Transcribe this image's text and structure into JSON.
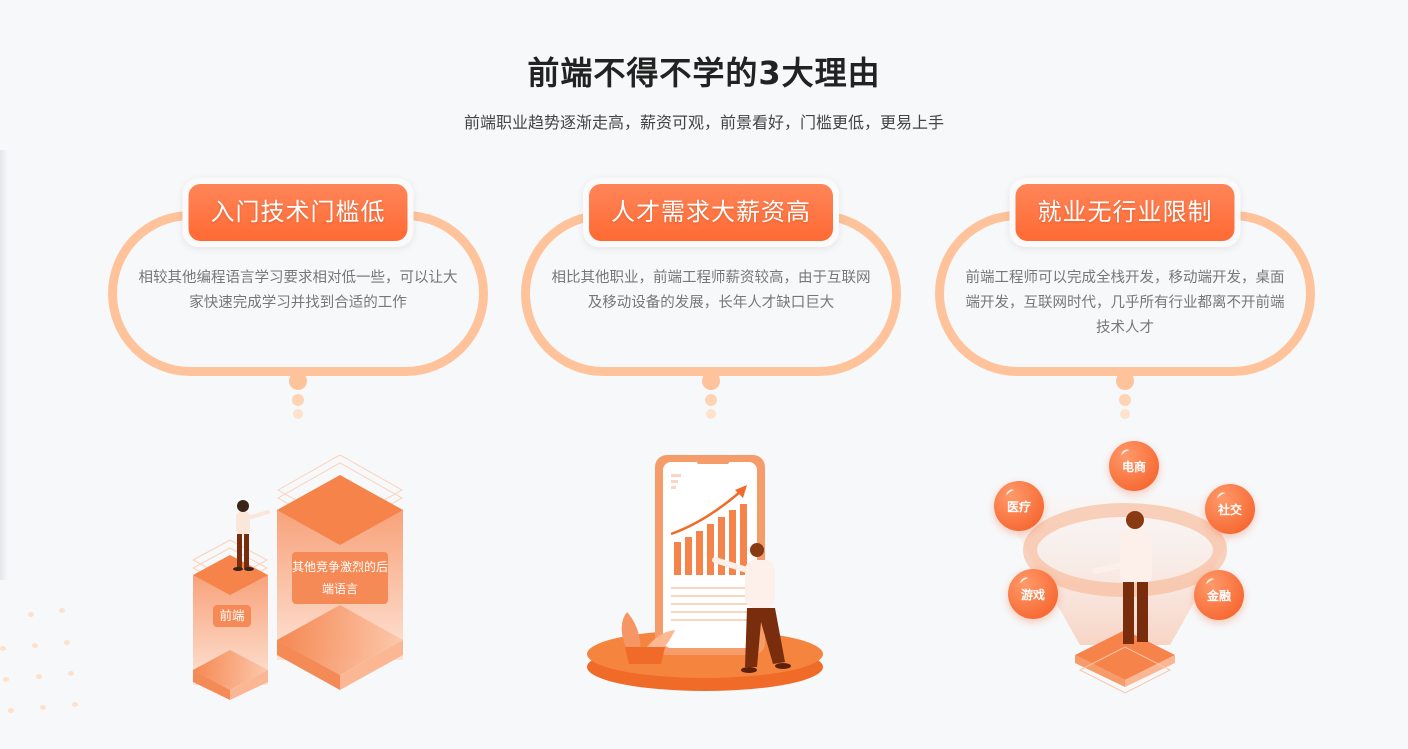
{
  "header": {
    "title": "前端不得不学的3大理由",
    "subtitle": "前端职业趋势逐渐走高，薪资可观，前景看好，门槛更低，更易上手"
  },
  "colors": {
    "accent": "#ff6a33",
    "accent_light": "#ffc39b",
    "background": "#f7f8fa",
    "title_text": "#222222",
    "desc_text": "#777777"
  },
  "reasons": [
    {
      "badge": "入门技术门槛低",
      "description": "相较其他编程语言学习要求相对低一些，可以让大家快速完成学习并找到合适的工作",
      "illustration": {
        "icon": "isometric-blocks-illustration",
        "labels": [
          "前端",
          "其他竞争激烈的后端语言"
        ]
      }
    },
    {
      "badge": "人才需求大薪资高",
      "description": "相比其他职业，前端工程师薪资较高，由于互联网及移动设备的发展，长年人才缺口巨大",
      "illustration": {
        "icon": "phone-growth-chart-illustration"
      }
    },
    {
      "badge": "就业无行业限制",
      "description": "前端工程师可以完成全栈开发，移动端开发，桌面端开发，互联网时代，几乎所有行业都离不开前端技术人才",
      "illustration": {
        "icon": "industries-hologram-illustration",
        "tags": [
          "电商",
          "医疗",
          "社交",
          "游戏",
          "金融"
        ]
      }
    }
  ]
}
